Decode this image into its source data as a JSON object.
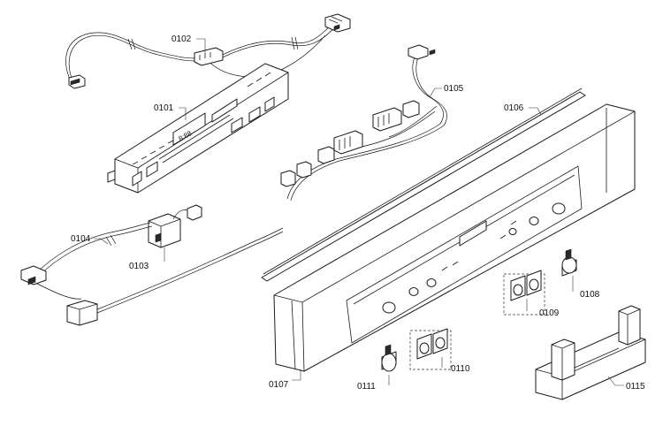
{
  "parts": [
    {
      "id": "p0101",
      "label": "0101"
    },
    {
      "id": "p0102",
      "label": "0102"
    },
    {
      "id": "p0103",
      "label": "0103"
    },
    {
      "id": "p0104",
      "label": "0104"
    },
    {
      "id": "p0105",
      "label": "0105"
    },
    {
      "id": "p0106",
      "label": "0106"
    },
    {
      "id": "p0107",
      "label": "0107"
    },
    {
      "id": "p0108",
      "label": "0108"
    },
    {
      "id": "p0109",
      "label": "0109"
    },
    {
      "id": "p0110",
      "label": "0110"
    },
    {
      "id": "p0111",
      "label": "0111"
    },
    {
      "id": "p0115",
      "label": "0115"
    }
  ],
  "display_text": "8:88"
}
